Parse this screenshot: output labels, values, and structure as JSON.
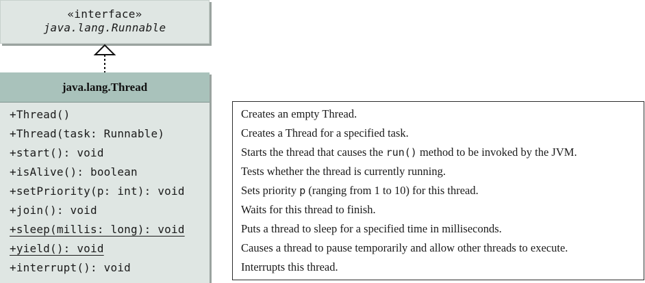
{
  "interface": {
    "stereotype": "«interface»",
    "name": "java.lang.Runnable"
  },
  "class": {
    "name": "java.lang.Thread",
    "members": [
      {
        "text": "+Thread()",
        "static": false
      },
      {
        "text": "+Thread(task: Runnable)",
        "static": false
      },
      {
        "text": "+start(): void",
        "static": false
      },
      {
        "text": "+isAlive(): boolean",
        "static": false
      },
      {
        "text": "+setPriority(p: int): void",
        "static": false
      },
      {
        "text": "+join(): void",
        "static": false
      },
      {
        "text": "+sleep(millis: long): void",
        "static": true
      },
      {
        "text": "+yield(): void",
        "static": true
      },
      {
        "text": "+interrupt(): void",
        "static": false
      }
    ]
  },
  "descriptions": [
    {
      "before": "Creates an empty Thread.",
      "code": "",
      "after": ""
    },
    {
      "before": "Creates a Thread for a specified task.",
      "code": "",
      "after": ""
    },
    {
      "before": "Starts the thread that causes the ",
      "code": "run()",
      "after": " method to be invoked by the JVM."
    },
    {
      "before": "Tests whether the thread is currently running.",
      "code": "",
      "after": ""
    },
    {
      "before": "Sets priority ",
      "code": "p",
      "after": " (ranging from 1 to 10) for this thread."
    },
    {
      "before": "Waits for this thread to finish.",
      "code": "",
      "after": ""
    },
    {
      "before": "Puts a thread to sleep for a specified time in milliseconds.",
      "code": "",
      "after": ""
    },
    {
      "before": "Causes a thread to pause temporarily and allow other threads to execute.",
      "code": "",
      "after": ""
    },
    {
      "before": "Interrupts this thread.",
      "code": "",
      "after": ""
    }
  ]
}
